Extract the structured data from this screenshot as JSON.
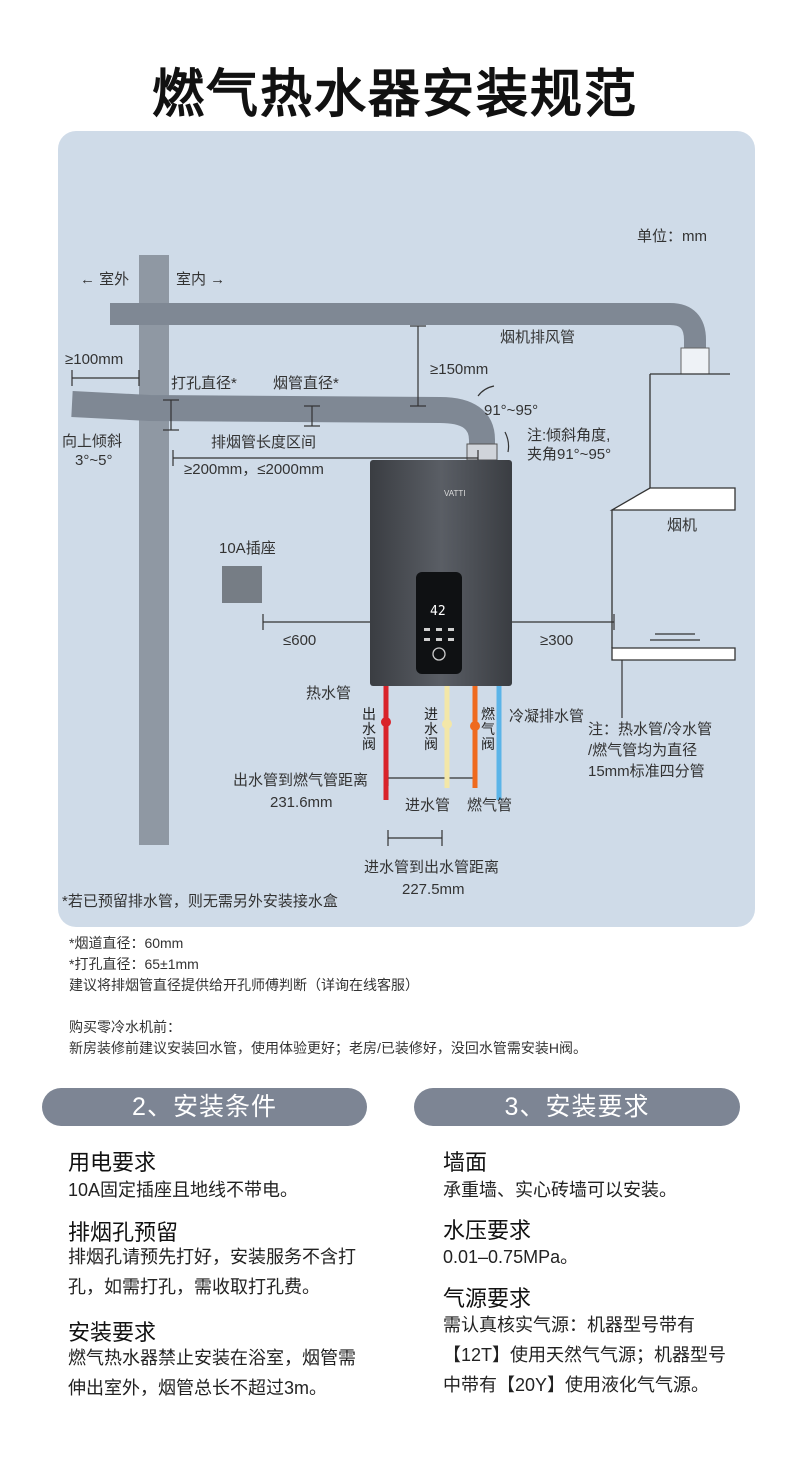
{
  "title": "燃气热水器安装规范",
  "diagram": {
    "unit": "单位：mm",
    "outside": "← 室外",
    "inside": "室内 →",
    "fan_pipe": "烟机排风管",
    "dist_100": "≥100mm",
    "hole_diameter": "打孔直径*",
    "pipe_diameter": "烟管直径*",
    "dist_150": "≥150mm",
    "angle": "91°~95°",
    "angle_note_1": "注:倾斜角度,",
    "angle_note_2": "夹角91°~95°",
    "tilt_1": "向上倾斜",
    "tilt_2": "3°~5°",
    "exhaust_range_label": "排烟管长度区间",
    "exhaust_range_value": "≥200mm，≤2000mm",
    "brand": "VATTI",
    "display_value": "42",
    "range_hood": "烟机",
    "socket": "10A插座",
    "dist_600": "≤600",
    "dist_300": "≥300",
    "hot_pipe": "热水管",
    "valve_out": "出水阀",
    "valve_in": "进水阀",
    "valve_gas": "燃气阀",
    "condensate_pipe": "冷凝排水管",
    "pipe_note_1": "注：热水管/冷水管",
    "pipe_note_2": "/燃气管均为直径",
    "pipe_note_3": "15mm标准四分管",
    "dist_out_gas_label": "出水管到燃气管距离",
    "dist_out_gas_value": "231.6mm",
    "inlet_pipe": "进水管",
    "gas_pipe": "燃气管",
    "dist_in_out_label": "进水管到出水管距离",
    "dist_in_out_value": "227.5mm",
    "drain_note": "*若已预留排水管，则无需另外安装接水盒"
  },
  "notes": {
    "flue_diameter": "*烟道直径：60mm",
    "hole_diameter": "*打孔直径：65±1mm",
    "advice": "建议将排烟管直径提供给开孔师傅判断（详询在线客服）",
    "cold_header": "购买零冷水机前：",
    "cold_text": "新房装修前建议安装回水管，使用体验更好；老房/已装修好，没回水管需安装H阀。"
  },
  "section2": {
    "title": "2、安装条件",
    "items": [
      {
        "heading": "用电要求",
        "text": "10A固定插座且地线不带电。"
      },
      {
        "heading": "排烟孔预留",
        "text": "排烟孔请预先打好，安装服务不含打孔，如需打孔，需收取打孔费。"
      },
      {
        "heading": "安装要求",
        "text": "燃气热水器禁止安装在浴室，烟管需伸出室外，烟管总长不超过3m。"
      }
    ]
  },
  "section3": {
    "title": "3、安装要求",
    "items": [
      {
        "heading": "墙面",
        "text": "承重墙、实心砖墙可以安装。"
      },
      {
        "heading": "水压要求",
        "text": "0.01–0.75MPa。"
      },
      {
        "heading": "气源要求",
        "text": "需认真核实气源：机器型号带有【12T】使用天然气气源；机器型号中带有【20Y】使用液化气气源。"
      }
    ]
  },
  "colors": {
    "panel_bg": "#cfdbe8",
    "pipe_gray": "#7f8894",
    "hot_pipe": "#d9232a",
    "inlet_pipe": "#f3e7a8",
    "gas_pipe": "#ef6a1e",
    "condensate_pipe": "#5bb4e8",
    "pill_bg": "#7d8594"
  }
}
